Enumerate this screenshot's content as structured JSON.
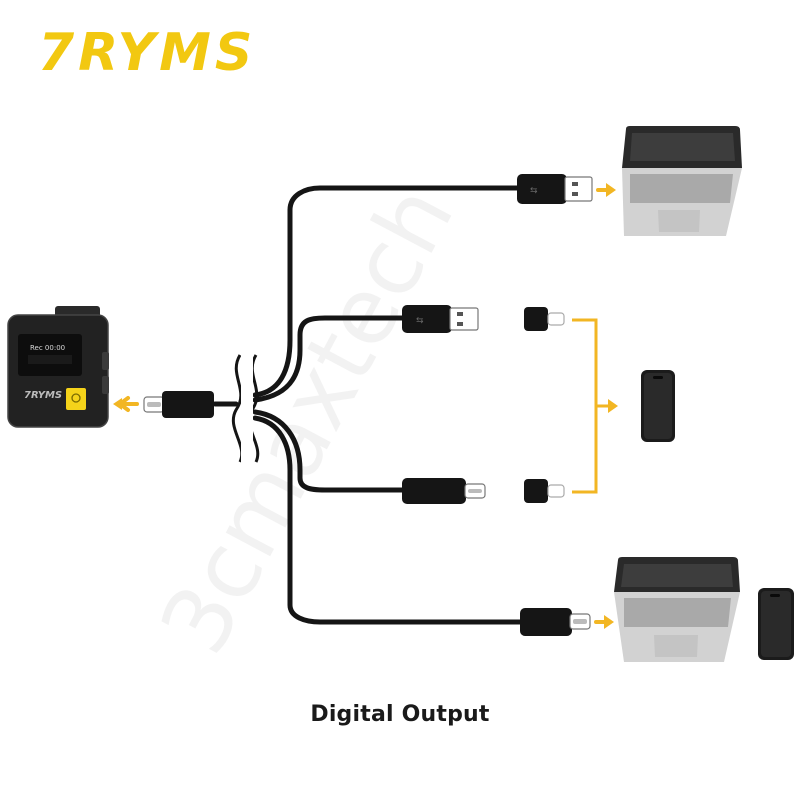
{
  "brand": {
    "logo_text": "7RYMS",
    "color": "#f2c811"
  },
  "caption": "Digital Output",
  "watermark": "3cmaxtech",
  "colors": {
    "accent_arrow": "#f2b623",
    "cable": "#151515",
    "laptop_body": "#cfcfcf",
    "device_button": "#f5d31a"
  },
  "device": {
    "screen_line1": "Rec 00:00",
    "screen_line2": ""
  },
  "connectors": [
    {
      "label": "usb-a-to-laptop"
    },
    {
      "label": "usb-a-to-lightning-adapter"
    },
    {
      "label": "usb-c-to-lightning-adapter"
    },
    {
      "label": "usb-c-to-laptop-phone"
    }
  ]
}
